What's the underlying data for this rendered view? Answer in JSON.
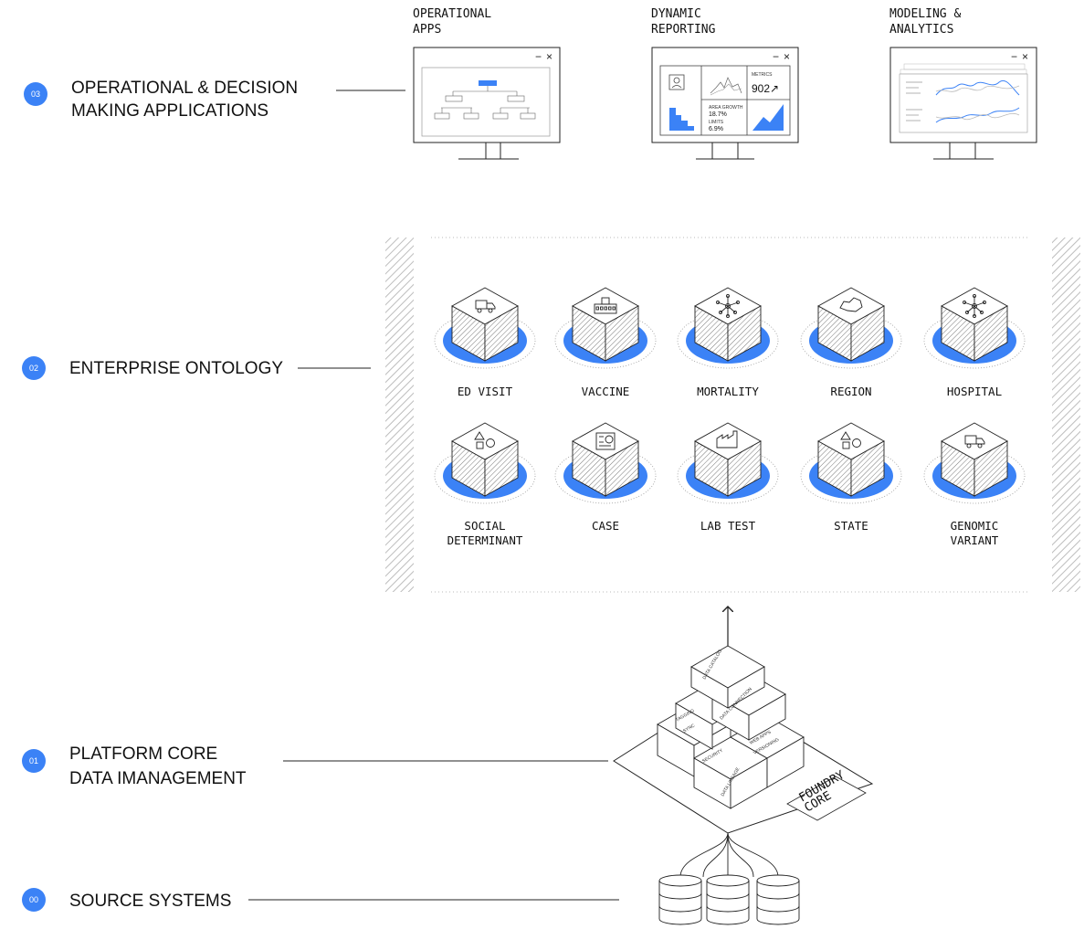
{
  "tiers": [
    {
      "badge": "03",
      "label_lines": [
        "OPERATIONAL & DECISION",
        "MAKING APPLICATIONS"
      ]
    },
    {
      "badge": "02",
      "label_lines": [
        "ENTERPRISE ONTOLOGY"
      ]
    },
    {
      "badge": "01",
      "label_lines": [
        "PLATFORM CORE",
        "DATA IMANAGEMENT"
      ]
    },
    {
      "badge": "00",
      "label_lines": [
        "SOURCE SYSTEMS"
      ]
    }
  ],
  "apps": [
    {
      "title_lines": [
        "OPERATIONAL",
        "APPS"
      ]
    },
    {
      "title_lines": [
        "DYNAMIC",
        "REPORTING"
      ]
    },
    {
      "title_lines": [
        "MODELING &",
        "ANALYTICS"
      ]
    }
  ],
  "window_controls": {
    "minimize": "−",
    "close": "×"
  },
  "reporting_widget": {
    "metrics_label": "METRICS",
    "metrics_value": "902↗",
    "growth_label": "AREA GROWTH",
    "growth_value": "18.7%",
    "limits_label": "LIMITS",
    "limits_value": "6.9%"
  },
  "ontology_row1": [
    {
      "label_lines": [
        "ED VISIT"
      ],
      "icon": "truck-icon"
    },
    {
      "label_lines": [
        "VACCINE"
      ],
      "icon": "building-icon"
    },
    {
      "label_lines": [
        "MORTALITY"
      ],
      "icon": "network-icon"
    },
    {
      "label_lines": [
        "REGION"
      ],
      "icon": "map-icon"
    },
    {
      "label_lines": [
        "HOSPITAL"
      ],
      "icon": "network-icon"
    }
  ],
  "ontology_row2": [
    {
      "label_lines": [
        "SOCIAL",
        "DETERMINANT"
      ],
      "icon": "shapes-icon"
    },
    {
      "label_lines": [
        "CASE"
      ],
      "icon": "document-icon"
    },
    {
      "label_lines": [
        "LAB TEST"
      ],
      "icon": "factory-icon"
    },
    {
      "label_lines": [
        "STATE"
      ],
      "icon": "shapes-icon"
    },
    {
      "label_lines": [
        "GENOMIC",
        "VARIANT"
      ],
      "icon": "truck-icon"
    }
  ],
  "core_blocks": [
    "DATA CATALOG",
    "TAGGING",
    "SYNC",
    "DATA CONNECTION",
    "WEB APPS",
    "SECURITY",
    "VERSIONING",
    "DATA LINEAGE"
  ],
  "core_tray_label_lines": [
    "FOUNDRY",
    "CORE"
  ],
  "colors": {
    "accent": "#3b82f6",
    "line": "#222222",
    "hatch": "#d4d4d4"
  }
}
